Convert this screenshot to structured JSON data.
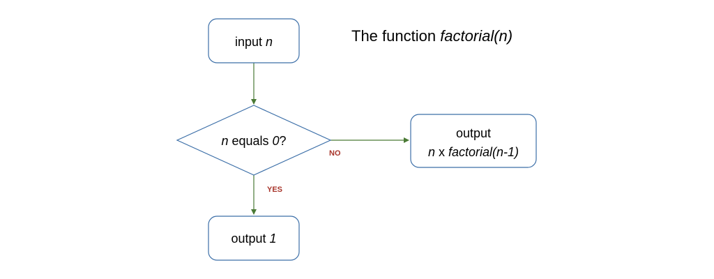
{
  "title": {
    "plain": "The function ",
    "italic": "factorial(n)"
  },
  "nodes": {
    "input": {
      "text": "input ",
      "var": "n"
    },
    "decision": {
      "var": "n",
      "text": " equals ",
      "value": "0",
      "suffix": "?"
    },
    "output_recursive": {
      "line1": "output",
      "var": "n",
      "op": " x ",
      "call": "factorial(n-1)"
    },
    "output_base": {
      "text": "output ",
      "value": "1"
    }
  },
  "edges": {
    "no_label": "NO",
    "yes_label": "YES"
  },
  "colors": {
    "node_border": "#3c6fa8",
    "arrow": "#4a7a35",
    "edge_label": "#a8352b",
    "text": "#000000"
  }
}
